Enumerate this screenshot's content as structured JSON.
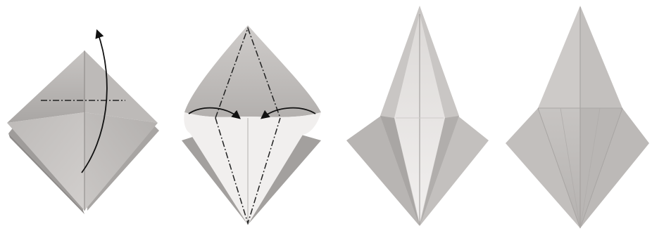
{
  "steps": [
    {
      "id": "step-1",
      "arrows": [
        {
          "direction": "up",
          "type": "fold"
        }
      ],
      "fold_lines": [
        "horizontal-dash-dot"
      ]
    },
    {
      "id": "step-2",
      "arrows": [
        {
          "direction": "right",
          "type": "fold"
        },
        {
          "direction": "left",
          "type": "fold"
        }
      ],
      "fold_lines": [
        "kite-outline-dash-dot"
      ]
    },
    {
      "id": "step-3",
      "arrows": [],
      "fold_lines": []
    },
    {
      "id": "step-4",
      "arrows": [],
      "fold_lines": []
    }
  ],
  "colors": {
    "paper_light": "#ece9e8",
    "paper_mid": "#c9c6c4",
    "paper_dark": "#9c9997",
    "line": "#2a2a2a"
  }
}
